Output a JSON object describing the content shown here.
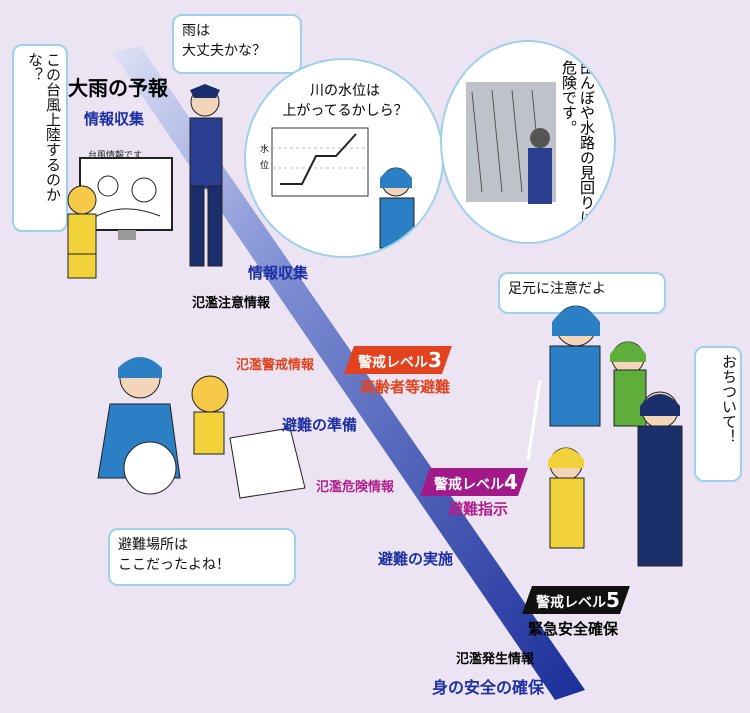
{
  "title": "大雨の予報",
  "stage_labels": {
    "info_top": "情報収集",
    "info_mid": "情報収集",
    "prepare": "避難の準備",
    "execute": "避難の実施",
    "safety": "身の安全の確保"
  },
  "warnings": {
    "caution": "氾濫注意情報",
    "alert": "氾濫警戒情報",
    "danger": "氾濫危険情報",
    "occurrence": "氾濫発生情報"
  },
  "levels": [
    {
      "label": "警戒レベル",
      "num": "3",
      "action": "高齢者等避難",
      "color": "#e2421e"
    },
    {
      "label": "警戒レベル",
      "num": "4",
      "action": "避難指示",
      "color": "#a21a8a"
    },
    {
      "label": "警戒レベル",
      "num": "5",
      "action": "緊急安全確保",
      "color": "#111111"
    }
  ],
  "bubbles": {
    "typhoon": "この台風上陸するのかな？",
    "rain": "雨は\n大丈夫かな？",
    "river": "川の水位は\n上がってるかしら？",
    "fields": "田んぼや水路の見回りは危険です。",
    "shelter": "避難場所は\nここだったよね！",
    "feet": "足元に注意だよ",
    "calm": "おちついて！"
  },
  "tv_caption": "台風情報です",
  "chart_axis": "水位"
}
